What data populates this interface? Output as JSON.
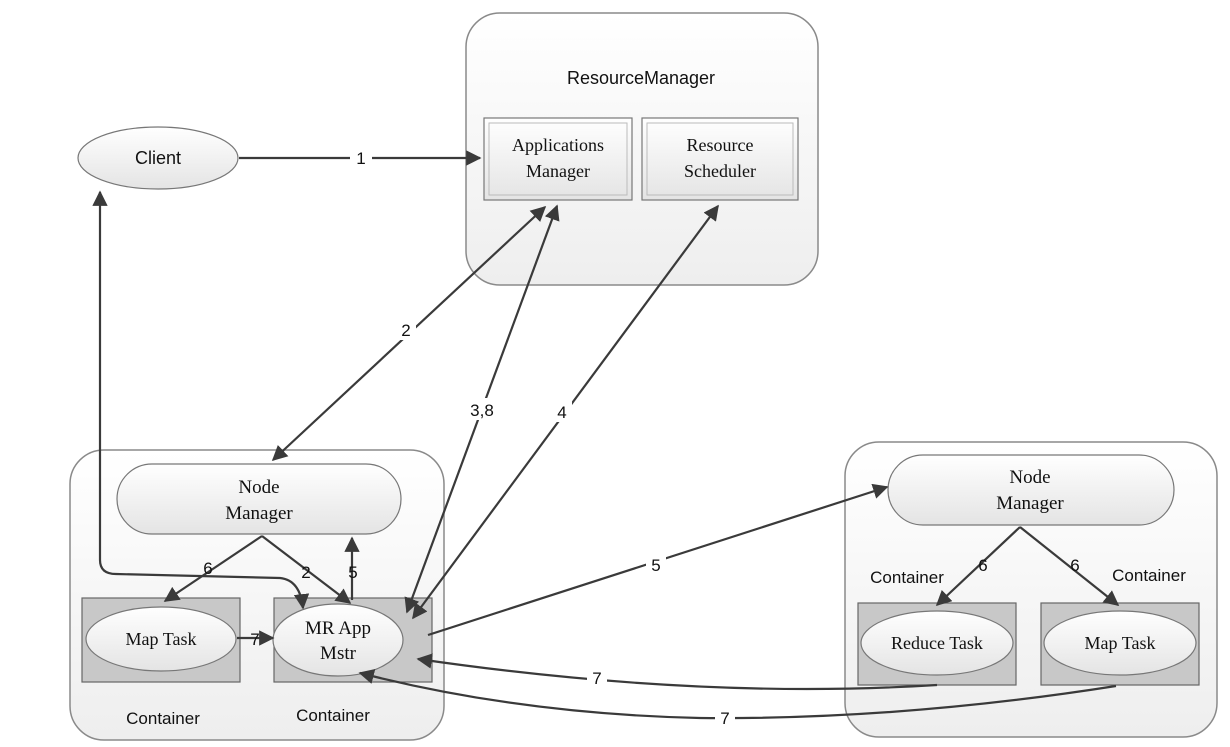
{
  "diagram": {
    "resource_manager": {
      "title": "ResourceManager",
      "applications_manager": [
        "Applications",
        "Manager"
      ],
      "resource_scheduler": [
        "Resource",
        "Scheduler"
      ]
    },
    "client": "Client",
    "left_node": {
      "node_manager": [
        "Node",
        "Manager"
      ],
      "map_task": "Map Task",
      "mr_app_master": [
        "MR App",
        "Mstr"
      ],
      "container_left": "Container",
      "container_right": "Container"
    },
    "right_node": {
      "node_manager": [
        "Node",
        "Manager"
      ],
      "reduce_task": "Reduce Task",
      "map_task": "Map Task",
      "container_left": "Container",
      "container_right": "Container"
    },
    "edge_labels": {
      "client_to_am": "1",
      "am_to_nm": "2",
      "am_to_mr": "3,8",
      "mr_to_scheduler": "4",
      "mr_to_remote_nm": "5",
      "mr_to_local_nm": "5",
      "nm_to_mr": "2",
      "nm_to_map": "6",
      "remote_nm_to_reduce": "6",
      "remote_nm_to_map": "6",
      "map_to_mr": "7",
      "reduce_to_mr": "7",
      "remote_map_to_mr": "7"
    },
    "colors": {
      "stroke": "#3a3a3a",
      "node_fill_top": "#ffffff",
      "node_fill_bottom": "#e6e6e6",
      "container_fill": "#c8c8c8",
      "group_border": "#8a8a8a"
    }
  }
}
